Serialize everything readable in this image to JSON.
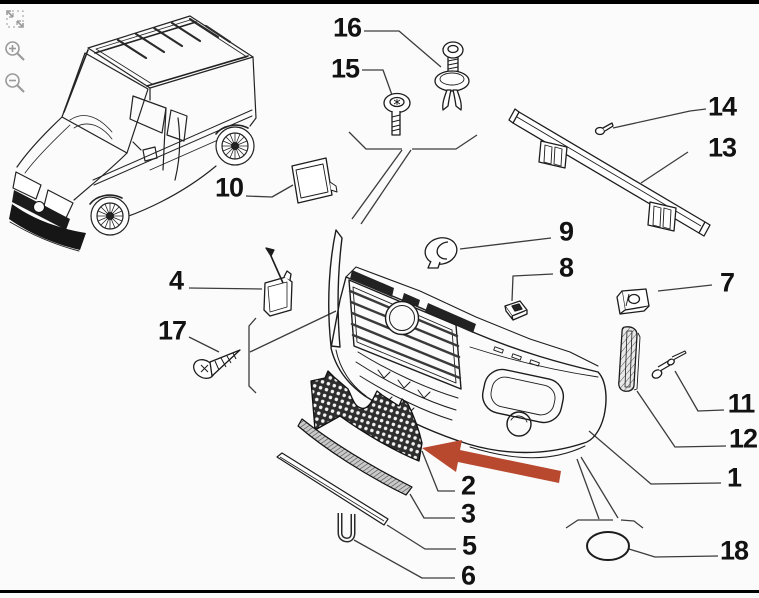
{
  "page": {
    "background": "#fbfbfb",
    "frame_color": "#000000"
  },
  "toolbar": {
    "controls": [
      {
        "name": "fit-to-screen"
      },
      {
        "name": "zoom-in"
      },
      {
        "name": "zoom-out"
      }
    ]
  },
  "diagram": {
    "type": "exploded-parts-diagram",
    "highlight_arrow": {
      "color": "#b8492e",
      "points_to_callout": "2"
    },
    "callouts": [
      {
        "label": "1"
      },
      {
        "label": "2"
      },
      {
        "label": "3"
      },
      {
        "label": "4"
      },
      {
        "label": "5"
      },
      {
        "label": "6"
      },
      {
        "label": "7"
      },
      {
        "label": "8"
      },
      {
        "label": "9"
      },
      {
        "label": "10"
      },
      {
        "label": "11"
      },
      {
        "label": "12"
      },
      {
        "label": "13"
      },
      {
        "label": "14"
      },
      {
        "label": "15"
      },
      {
        "label": "16"
      },
      {
        "label": "17"
      },
      {
        "label": "18"
      }
    ]
  }
}
